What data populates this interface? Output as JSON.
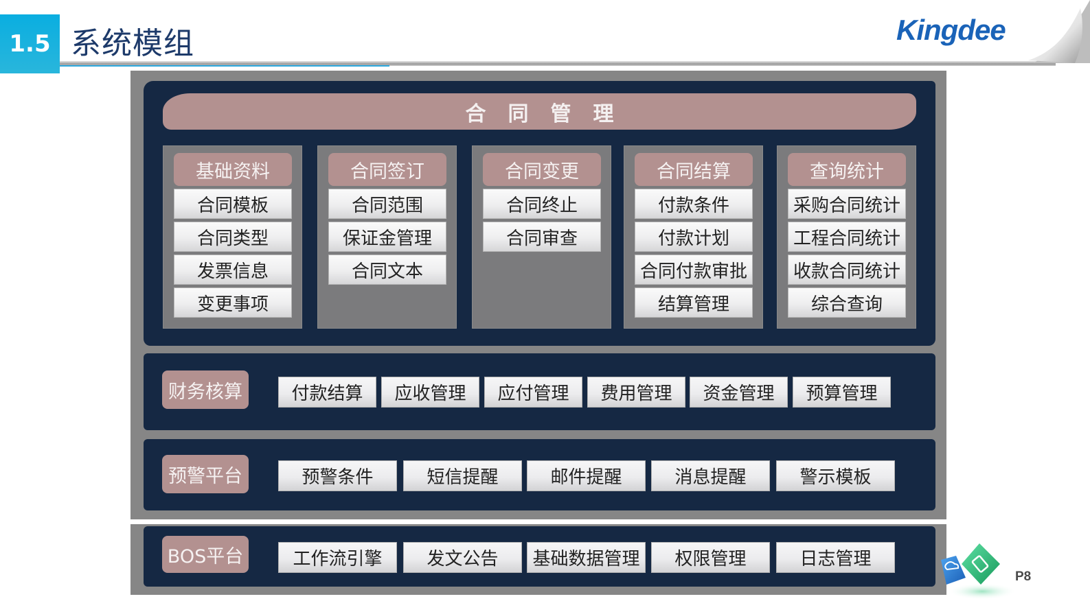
{
  "header": {
    "section_number": "1.5",
    "title": "系统模组",
    "logo_text": "Kingdee",
    "page_number": "P8"
  },
  "colors": {
    "navy": "#152843",
    "frame_gray": "#868686",
    "column_gray": "#7b7b7d",
    "label_rose": "#b39190",
    "accent_blue": "#0aaee0",
    "logo_blue": "#1a63b8"
  },
  "contract_management": {
    "title": "合同管理",
    "columns": [
      {
        "heading": "基础资料",
        "items": [
          "合同模板",
          "合同类型",
          "发票信息",
          "变更事项"
        ]
      },
      {
        "heading": "合同签订",
        "items": [
          "合同范围",
          "保证金管理",
          "合同文本"
        ]
      },
      {
        "heading": "合同变更",
        "items": [
          "合同终止",
          "合同审查"
        ]
      },
      {
        "heading": "合同结算",
        "items": [
          "付款条件",
          "付款计划",
          "合同付款审批",
          "结算管理"
        ]
      },
      {
        "heading": "查询统计",
        "items": [
          "采购合同统计",
          "工程合同统计",
          "收款合同统计",
          "综合查询"
        ]
      }
    ]
  },
  "finance": {
    "label": "财务核算",
    "items": [
      "付款结算",
      "应收管理",
      "应付管理",
      "费用管理",
      "资金管理",
      "预算管理"
    ]
  },
  "warning": {
    "label": "预警平台",
    "items": [
      "预警条件",
      "短信提醒",
      "邮件提醒",
      "消息提醒",
      "警示模板"
    ]
  },
  "bos": {
    "label": "BOS平台",
    "items": [
      "工作流引擎",
      "发文公告",
      "基础数据管理",
      "权限管理",
      "日志管理"
    ]
  }
}
